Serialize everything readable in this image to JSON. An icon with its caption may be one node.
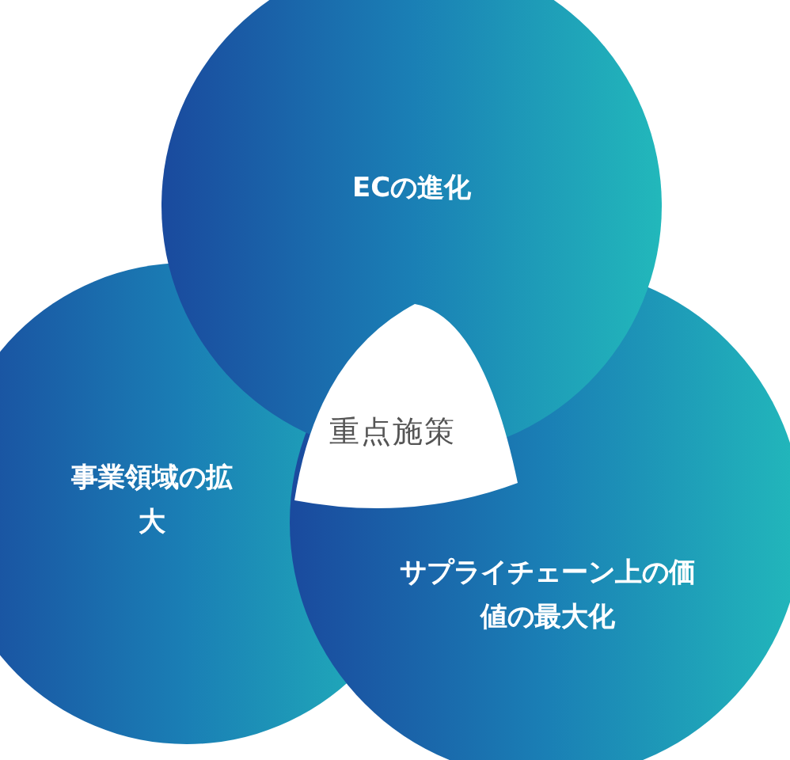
{
  "diagram": {
    "nodes": [
      {
        "text": [
          "ECの進化"
        ]
      },
      {
        "text": [
          "事業領域の拡大"
        ]
      },
      {
        "text": [
          "サプライチェーン上の価値の最大化"
        ]
      }
    ],
    "labels": [
      "重点施策"
    ]
  }
}
